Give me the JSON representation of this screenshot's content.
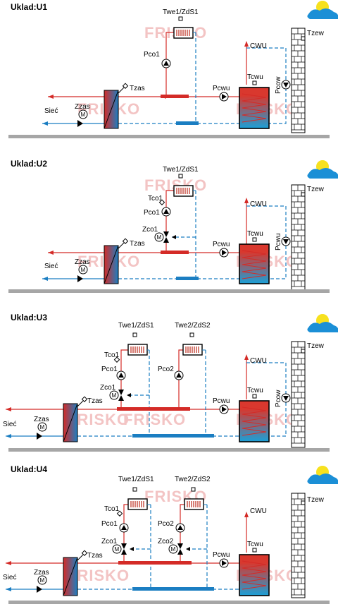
{
  "diagrams": [
    {
      "title": "Uklad:U1",
      "sensors": [
        "Tzas",
        "Twe1/ZdS1",
        "Tcwu",
        "Tzew"
      ],
      "valves": [
        "Zzas"
      ],
      "pumps": [
        "Pco1",
        "Pcwu",
        "Pcow"
      ],
      "outputs": [
        "CWU"
      ],
      "source": "Sieć"
    },
    {
      "title": "Uklad:U2",
      "sensors": [
        "Tzas",
        "Tco1",
        "Twe1/ZdS1",
        "Tcwu",
        "Tzew"
      ],
      "valves": [
        "Zzas",
        "Zco1"
      ],
      "pumps": [
        "Pco1",
        "Pcwu",
        "Pcwu"
      ],
      "outputs": [
        "CWU"
      ],
      "source": "Sieć"
    },
    {
      "title": "Uklad:U3",
      "sensors": [
        "Tzas",
        "Tco1",
        "Twe1/ZdS1",
        "Twe2/ZdS2",
        "Tcwu",
        "Tzew"
      ],
      "valves": [
        "Zzas",
        "Zco1"
      ],
      "pumps": [
        "Pco1",
        "Pco2",
        "Pcwu",
        "Pcow"
      ],
      "outputs": [
        "CWU"
      ],
      "source": "Sieć"
    },
    {
      "title": "Uklad:U4",
      "sensors": [
        "Tzas",
        "Tco1",
        "Twe1/ZdS1",
        "Twe2/ZdS2",
        "Tcwu",
        "Tzew"
      ],
      "valves": [
        "Zzas",
        "Zco1",
        "Zco2"
      ],
      "pumps": [
        "Pco1",
        "Pco2",
        "Pcwu"
      ],
      "outputs": [
        "CWU"
      ],
      "source": "Sieć"
    }
  ],
  "watermark": "FRISKO",
  "colors": {
    "supply": "#d42b27",
    "return": "#1b7ec2",
    "ground": "#a6a6a6",
    "tank_top": "#d9382e",
    "tank_bottom": "#1aa0d8"
  }
}
